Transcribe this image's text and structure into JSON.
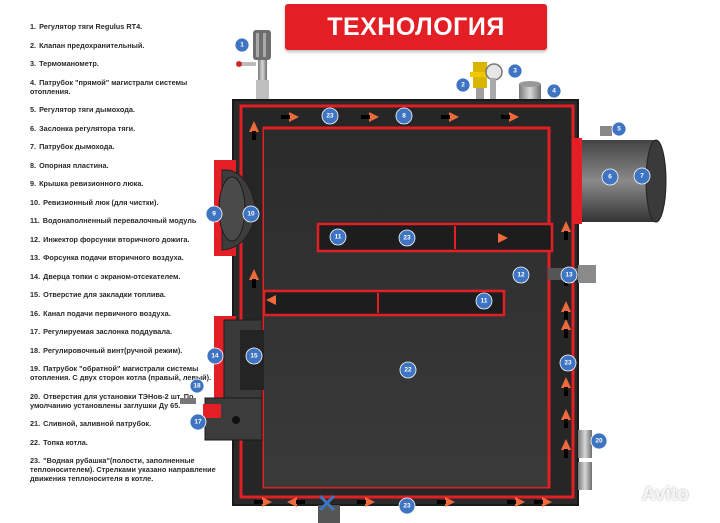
{
  "title": "ТЕХНОЛОГИЯ",
  "legend": [
    {
      "num": "1.",
      "text": "Регулятор тяги Regulus RT4."
    },
    {
      "num": "2.",
      "text": "Клапан предохранительный."
    },
    {
      "num": "3.",
      "text": "Термоманометр."
    },
    {
      "num": "4.",
      "text": "Патрубок \"прямой\" магистрали системы отопления."
    },
    {
      "num": "5.",
      "text": "Регулятор тяги дымохода."
    },
    {
      "num": "6.",
      "text": "Заслонка регулятора тяги."
    },
    {
      "num": "7.",
      "text": "Патрубок дымохода."
    },
    {
      "num": "8.",
      "text": "Опорная пластина."
    },
    {
      "num": "9.",
      "text": "Крышка ревизионного люка."
    },
    {
      "num": "10.",
      "text": "Ревизионный люк (для чистки)."
    },
    {
      "num": "11.",
      "text": "Водонаполненный перевалочный модуль"
    },
    {
      "num": "12.",
      "text": "Инжектор форсунки вторичного дожига."
    },
    {
      "num": "13.",
      "text": "Форсунка подачи вторичного воздуха."
    },
    {
      "num": "14.",
      "text": "Дверца топки с экраном-отсекателем."
    },
    {
      "num": "15.",
      "text": "Отверстие для закладки топлива."
    },
    {
      "num": "16.",
      "text": "Канал подачи первичного воздуха."
    },
    {
      "num": "17.",
      "text": "Регулируемая заслонка поддувала."
    },
    {
      "num": "18.",
      "text": "Регулировочный винт(ручной режим)."
    },
    {
      "num": "19.",
      "text": "Патрубок \"обратной\" магистрали системы отопления. С двух сторон котла (правый, левый)."
    },
    {
      "num": "20.",
      "text": "Отверстия для установки ТЭНов-2 шт. По умолчанию установлены заглушки Ду 65."
    },
    {
      "num": "21.",
      "text": "Сливной, заливной патрубок."
    },
    {
      "num": "22.",
      "text": "Топка котла."
    },
    {
      "num": "23.",
      "text": "\"Водная рубашка\"(полости, заполненные теплоносителем). Стрелками указано направление движения теплоносителя в котле."
    }
  ],
  "callouts": [
    "1",
    "2",
    "3",
    "4",
    "5",
    "6",
    "7",
    "8",
    "9",
    "10",
    "11",
    "11",
    "12",
    "13",
    "14",
    "15",
    "17",
    "18",
    "20",
    "22",
    "23",
    "23",
    "23",
    "23"
  ],
  "watermark": "Avito",
  "colors": {
    "accent": "#e31e24",
    "badge": "#3e74c2",
    "flow_arrow": "#ee6a3a",
    "body": "#262626"
  }
}
